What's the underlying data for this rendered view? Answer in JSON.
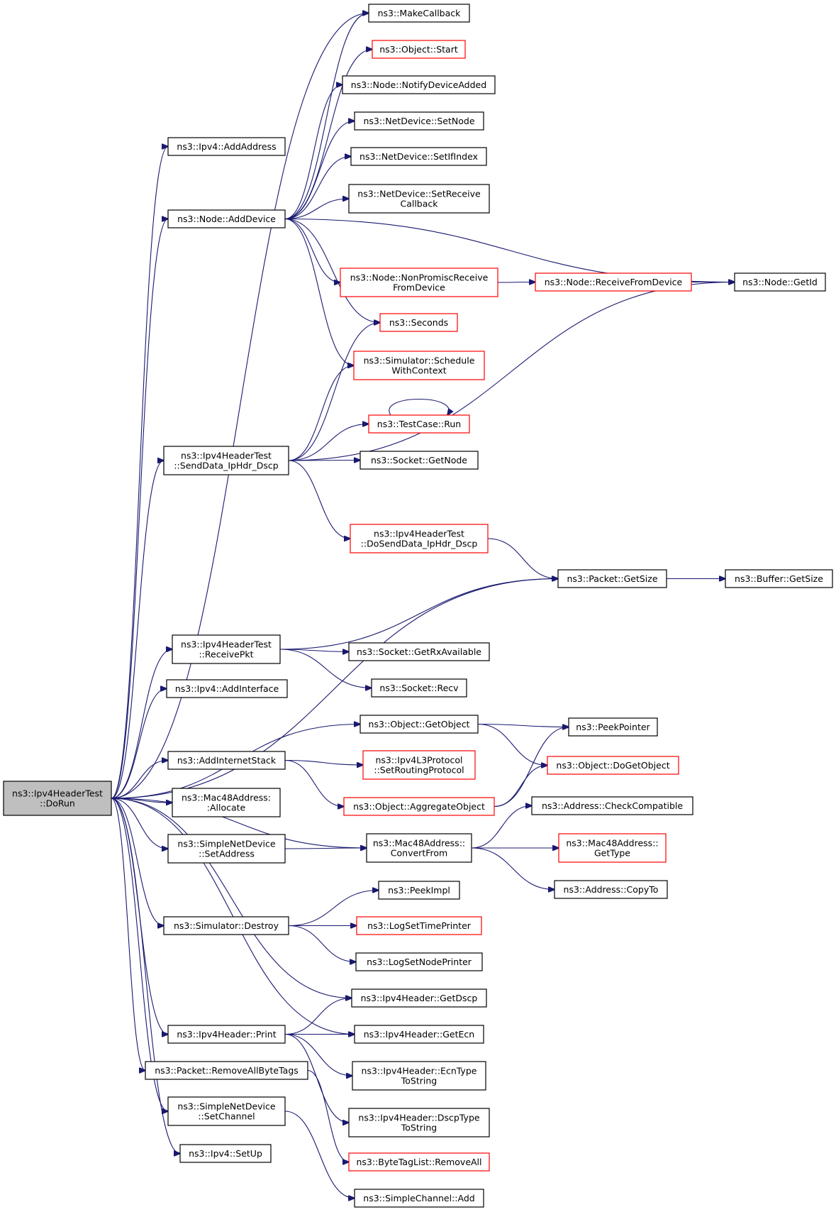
{
  "colors": {
    "edge": "#191970",
    "box_normal": "#000000",
    "box_truncated": "#ff0000",
    "root_fill": "#bfbfbf"
  },
  "nodes": [
    {
      "id": "dorun",
      "lines": [
        "ns3::Ipv4HeaderTest",
        "::DoRun"
      ],
      "style": "root"
    },
    {
      "id": "makecallback",
      "lines": [
        "ns3::MakeCallback"
      ],
      "style": "normal"
    },
    {
      "id": "objectstart",
      "lines": [
        "ns3::Object::Start"
      ],
      "style": "truncated"
    },
    {
      "id": "notifydeviceadded",
      "lines": [
        "ns3::Node::NotifyDeviceAdded"
      ],
      "style": "normal"
    },
    {
      "id": "setnode",
      "lines": [
        "ns3::NetDevice::SetNode"
      ],
      "style": "normal"
    },
    {
      "id": "addaddress",
      "lines": [
        "ns3::Ipv4::AddAddress"
      ],
      "style": "normal"
    },
    {
      "id": "setifindex",
      "lines": [
        "ns3::NetDevice::SetIfIndex"
      ],
      "style": "normal"
    },
    {
      "id": "setreceivecallback",
      "lines": [
        "ns3::NetDevice::SetReceive",
        "Callback"
      ],
      "style": "normal"
    },
    {
      "id": "adddevice",
      "lines": [
        "ns3::Node::AddDevice"
      ],
      "style": "normal"
    },
    {
      "id": "nonpromisc",
      "lines": [
        "ns3::Node::NonPromiscReceive",
        "FromDevice"
      ],
      "style": "truncated"
    },
    {
      "id": "receivefromdevice",
      "lines": [
        "ns3::Node::ReceiveFromDevice"
      ],
      "style": "truncated"
    },
    {
      "id": "getid",
      "lines": [
        "ns3::Node::GetId"
      ],
      "style": "normal"
    },
    {
      "id": "seconds",
      "lines": [
        "ns3::Seconds"
      ],
      "style": "truncated"
    },
    {
      "id": "schedulewithcontext",
      "lines": [
        "ns3::Simulator::Schedule",
        "WithContext"
      ],
      "style": "truncated"
    },
    {
      "id": "testcaserun",
      "lines": [
        "ns3::TestCase::Run"
      ],
      "style": "truncated"
    },
    {
      "id": "senddata",
      "lines": [
        "ns3::Ipv4HeaderTest",
        "::SendData_IpHdr_Dscp"
      ],
      "style": "normal"
    },
    {
      "id": "socketgetnode",
      "lines": [
        "ns3::Socket::GetNode"
      ],
      "style": "normal"
    },
    {
      "id": "dosenddata",
      "lines": [
        "ns3::Ipv4HeaderTest",
        "::DoSendData_IpHdr_Dscp"
      ],
      "style": "truncated"
    },
    {
      "id": "packetgetsize",
      "lines": [
        "ns3::Packet::GetSize"
      ],
      "style": "normal"
    },
    {
      "id": "buffergetsize",
      "lines": [
        "ns3::Buffer::GetSize"
      ],
      "style": "normal"
    },
    {
      "id": "receivepkt",
      "lines": [
        "ns3::Ipv4HeaderTest",
        "::ReceivePkt"
      ],
      "style": "normal"
    },
    {
      "id": "getrxavailable",
      "lines": [
        "ns3::Socket::GetRxAvailable"
      ],
      "style": "normal"
    },
    {
      "id": "socketrecv",
      "lines": [
        "ns3::Socket::Recv"
      ],
      "style": "normal"
    },
    {
      "id": "addinterface",
      "lines": [
        "ns3::Ipv4::AddInterface"
      ],
      "style": "normal"
    },
    {
      "id": "getobject",
      "lines": [
        "ns3::Object::GetObject"
      ],
      "style": "normal"
    },
    {
      "id": "peekpointer",
      "lines": [
        "ns3::PeekPointer"
      ],
      "style": "normal"
    },
    {
      "id": "addinternetstack",
      "lines": [
        "ns3::AddInternetStack"
      ],
      "style": "normal"
    },
    {
      "id": "setroutingprotocol",
      "lines": [
        "ns3::Ipv4L3Protocol",
        "::SetRoutingProtocol"
      ],
      "style": "truncated"
    },
    {
      "id": "dogetobject",
      "lines": [
        "ns3::Object::DoGetObject"
      ],
      "style": "truncated"
    },
    {
      "id": "macallocate",
      "lines": [
        "ns3::Mac48Address:",
        ":Allocate"
      ],
      "style": "normal"
    },
    {
      "id": "aggregateobject",
      "lines": [
        "ns3::Object::AggregateObject"
      ],
      "style": "truncated"
    },
    {
      "id": "checkcompatible",
      "lines": [
        "ns3::Address::CheckCompatible"
      ],
      "style": "normal"
    },
    {
      "id": "setaddress",
      "lines": [
        "ns3::SimpleNetDevice",
        "::SetAddress"
      ],
      "style": "normal"
    },
    {
      "id": "convertfrom",
      "lines": [
        "ns3::Mac48Address::",
        "ConvertFrom"
      ],
      "style": "normal"
    },
    {
      "id": "mactype",
      "lines": [
        "ns3::Mac48Address::",
        "GetType"
      ],
      "style": "truncated"
    },
    {
      "id": "copyto",
      "lines": [
        "ns3::Address::CopyTo"
      ],
      "style": "normal"
    },
    {
      "id": "peekimpl",
      "lines": [
        "ns3::PeekImpl"
      ],
      "style": "normal"
    },
    {
      "id": "simdestroy",
      "lines": [
        "ns3::Simulator::Destroy"
      ],
      "style": "normal"
    },
    {
      "id": "logsettimeprinter",
      "lines": [
        "ns3::LogSetTimePrinter"
      ],
      "style": "truncated"
    },
    {
      "id": "logsetnodeprinter",
      "lines": [
        "ns3::LogSetNodePrinter"
      ],
      "style": "normal"
    },
    {
      "id": "getdscp",
      "lines": [
        "ns3::Ipv4Header::GetDscp"
      ],
      "style": "normal"
    },
    {
      "id": "headerprint",
      "lines": [
        "ns3::Ipv4Header::Print"
      ],
      "style": "normal"
    },
    {
      "id": "getecn",
      "lines": [
        "ns3::Ipv4Header::GetEcn"
      ],
      "style": "normal"
    },
    {
      "id": "removeallbytetags",
      "lines": [
        "ns3::Packet::RemoveAllByteTags"
      ],
      "style": "normal"
    },
    {
      "id": "ecntypetostring",
      "lines": [
        "ns3::Ipv4Header::EcnType",
        "ToString"
      ],
      "style": "normal"
    },
    {
      "id": "setchannel",
      "lines": [
        "ns3::SimpleNetDevice",
        "::SetChannel"
      ],
      "style": "normal"
    },
    {
      "id": "dscptypetostring",
      "lines": [
        "ns3::Ipv4Header::DscpType",
        "ToString"
      ],
      "style": "normal"
    },
    {
      "id": "bytetagremoveall",
      "lines": [
        "ns3::ByteTagList::RemoveAll"
      ],
      "style": "truncated"
    },
    {
      "id": "setup",
      "lines": [
        "ns3::Ipv4::SetUp"
      ],
      "style": "normal"
    },
    {
      "id": "simplechanneladd",
      "lines": [
        "ns3::SimpleChannel::Add"
      ],
      "style": "normal"
    }
  ],
  "edges": [
    [
      "dorun",
      "addaddress"
    ],
    [
      "dorun",
      "adddevice"
    ],
    [
      "dorun",
      "makecallback"
    ],
    [
      "dorun",
      "senddata"
    ],
    [
      "dorun",
      "packetgetsize"
    ],
    [
      "dorun",
      "receivepkt"
    ],
    [
      "dorun",
      "addinterface"
    ],
    [
      "dorun",
      "getobject"
    ],
    [
      "dorun",
      "addinternetstack"
    ],
    [
      "dorun",
      "macallocate"
    ],
    [
      "dorun",
      "setaddress"
    ],
    [
      "dorun",
      "convertfrom"
    ],
    [
      "dorun",
      "simdestroy"
    ],
    [
      "dorun",
      "getdscp"
    ],
    [
      "dorun",
      "getecn"
    ],
    [
      "dorun",
      "headerprint"
    ],
    [
      "dorun",
      "removeallbytetags"
    ],
    [
      "dorun",
      "setchannel"
    ],
    [
      "dorun",
      "setup"
    ],
    [
      "adddevice",
      "makecallback"
    ],
    [
      "adddevice",
      "objectstart"
    ],
    [
      "adddevice",
      "notifydeviceadded"
    ],
    [
      "adddevice",
      "setnode"
    ],
    [
      "adddevice",
      "setifindex"
    ],
    [
      "adddevice",
      "setreceivecallback"
    ],
    [
      "adddevice",
      "getid"
    ],
    [
      "adddevice",
      "nonpromisc"
    ],
    [
      "adddevice",
      "seconds"
    ],
    [
      "adddevice",
      "schedulewithcontext"
    ],
    [
      "nonpromisc",
      "receivefromdevice"
    ],
    [
      "receivefromdevice",
      "getid"
    ],
    [
      "senddata",
      "seconds"
    ],
    [
      "senddata",
      "schedulewithcontext"
    ],
    [
      "senddata",
      "testcaserun"
    ],
    [
      "senddata",
      "socketgetnode"
    ],
    [
      "senddata",
      "getid"
    ],
    [
      "senddata",
      "dosenddata"
    ],
    [
      "testcaserun",
      "testcaserun"
    ],
    [
      "dosenddata",
      "packetgetsize"
    ],
    [
      "packetgetsize",
      "buffergetsize"
    ],
    [
      "receivepkt",
      "packetgetsize"
    ],
    [
      "receivepkt",
      "getrxavailable"
    ],
    [
      "receivepkt",
      "socketrecv"
    ],
    [
      "getobject",
      "peekpointer"
    ],
    [
      "getobject",
      "dogetobject"
    ],
    [
      "addinternetstack",
      "setroutingprotocol"
    ],
    [
      "addinternetstack",
      "aggregateobject"
    ],
    [
      "aggregateobject",
      "peekpointer"
    ],
    [
      "aggregateobject",
      "dogetobject"
    ],
    [
      "setaddress",
      "convertfrom"
    ],
    [
      "convertfrom",
      "checkcompatible"
    ],
    [
      "convertfrom",
      "mactype"
    ],
    [
      "convertfrom",
      "copyto"
    ],
    [
      "simdestroy",
      "peekimpl"
    ],
    [
      "simdestroy",
      "logsettimeprinter"
    ],
    [
      "simdestroy",
      "logsetnodeprinter"
    ],
    [
      "headerprint",
      "getdscp"
    ],
    [
      "headerprint",
      "getecn"
    ],
    [
      "headerprint",
      "ecntypetostring"
    ],
    [
      "headerprint",
      "dscptypetostring"
    ],
    [
      "removeallbytetags",
      "bytetagremoveall"
    ],
    [
      "setchannel",
      "simplechanneladd"
    ]
  ]
}
